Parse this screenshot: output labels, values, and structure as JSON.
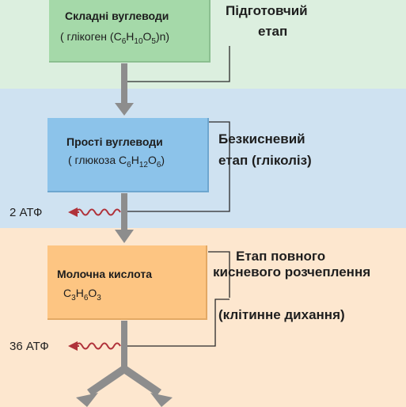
{
  "boxes": {
    "complex": {
      "title": "Складні вуглеводи",
      "formula_prefix": "( глікоген (",
      "formula_parts": [
        "C",
        "6",
        "H",
        "10",
        "O",
        "5"
      ],
      "formula_suffix": ")n)"
    },
    "simple": {
      "title": "Прості вуглеводи",
      "formula_prefix": "( глюкоза ",
      "formula_parts": [
        "C",
        "6",
        "H",
        "12",
        "O",
        "6"
      ],
      "formula_suffix": ")"
    },
    "lactic": {
      "title": "Молочна кислота",
      "formula_parts": [
        "C",
        "3",
        "H",
        "6",
        "O",
        "3"
      ]
    }
  },
  "stages": {
    "preparatory": [
      "Підготовчий",
      "етап"
    ],
    "anaerobic": [
      "Безкисневий",
      "етап (гліколіз)"
    ],
    "aerobic": [
      "Етап повного",
      "кисневого розчеплення"
    ],
    "respiration": "(клітинне дихання)"
  },
  "atp": {
    "glycolysis": "2 АТФ",
    "aerobic": "36 АТФ"
  },
  "colors": {
    "band_prep": "#dcefdf",
    "band_glyco": "#cfe2f1",
    "band_aero": "#fde7cf",
    "box_complex": "#a5d9a9",
    "box_simple": "#8cc3ea",
    "box_lactic": "#fdc582",
    "arrow": "#8d8d8d",
    "atp_wave": "#b0323a",
    "connector": "#2a2a2a"
  }
}
